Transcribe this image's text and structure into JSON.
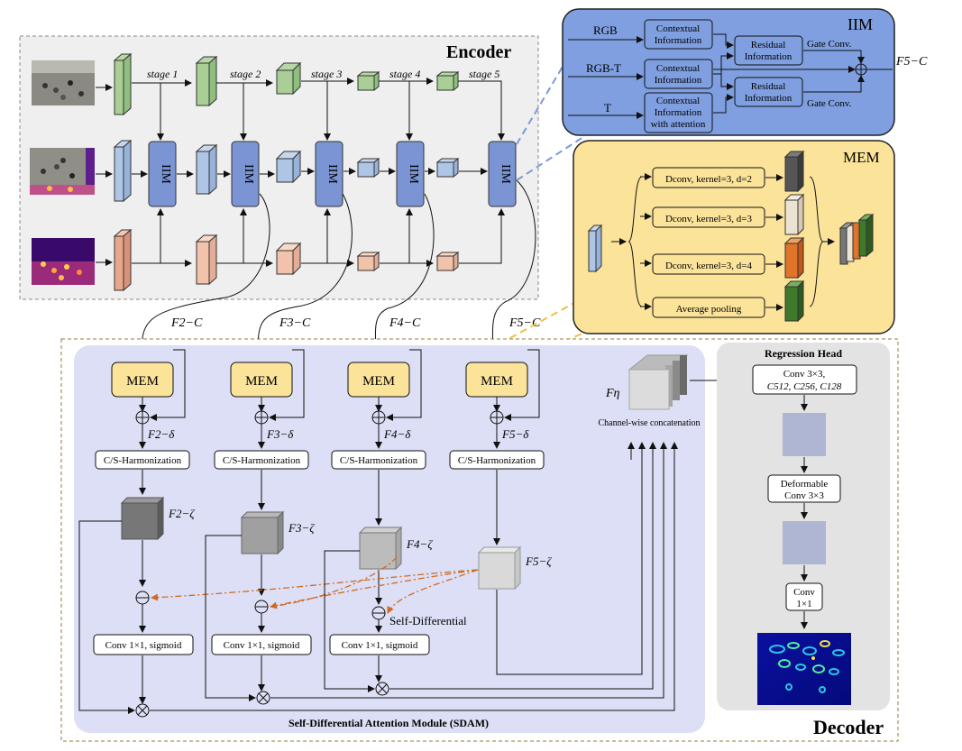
{
  "encoder": {
    "title": "Encoder",
    "stages": [
      "stage 1",
      "stage 2",
      "stage 3",
      "stage 4",
      "stage 5"
    ],
    "iim_label": "IIM"
  },
  "features": {
    "f2c": "F2−C",
    "f3c": "F3−C",
    "f4c": "F4−C",
    "f5c": "F5−C",
    "f2d": "F2−δ",
    "f3d": "F3−δ",
    "f4d": "F4−δ",
    "f5d": "F5−δ",
    "f2z": "F2−ζ",
    "f3z": "F3−ζ",
    "f4z": "F4−ζ",
    "f5z": "F5−ζ",
    "feta": "Fη"
  },
  "iim_detail": {
    "title": "IIM",
    "rgb": "RGB",
    "rgbt": "RGB-T",
    "t": "T",
    "ctx1_a": "Contextual",
    "ctx1_b": "Information",
    "ctx2_a": "Contextual",
    "ctx2_b": "Information",
    "ctx3_a": "Contextual",
    "ctx3_b": "Information",
    "ctx3_c": "with attention",
    "res1_a": "Residual",
    "res1_b": "Information",
    "res2_a": "Residual",
    "res2_b": "Information",
    "gate1": "Gate Conv.",
    "gate2": "Gate Conv.",
    "output": "F5−C"
  },
  "mem_detail": {
    "title": "MEM",
    "d2": "Dconv, kernel=3, d=2",
    "d3": "Dconv, kernel=3, d=3",
    "d4": "Dconv, kernel=3, d=4",
    "avg": "Average pooling"
  },
  "decoder": {
    "title": "Decoder",
    "mem": "MEM",
    "harmonization": "C/S-Harmonization",
    "conv_sigmoid": "Conv 1×1, sigmoid",
    "self_differential": "Self-Differential",
    "concat": "Channel-wise concatenation",
    "sdam": "Self-Differential Attention Module (SDAM)",
    "colors": {
      "sdam_bg": "#dcdff5",
      "mem_fill": "#fbe39a",
      "iim_bg": "#7f9fe0",
      "mem_panel_bg": "#fbe39a"
    }
  },
  "regression": {
    "title": "Regression Head",
    "conv33_a": "Conv 3×3,",
    "conv33_b": "C512, C256, C128",
    "deform_a": "Deformable",
    "deform_b": "Conv 3×3",
    "conv11_a": "Conv",
    "conv11_b": "1×1"
  }
}
